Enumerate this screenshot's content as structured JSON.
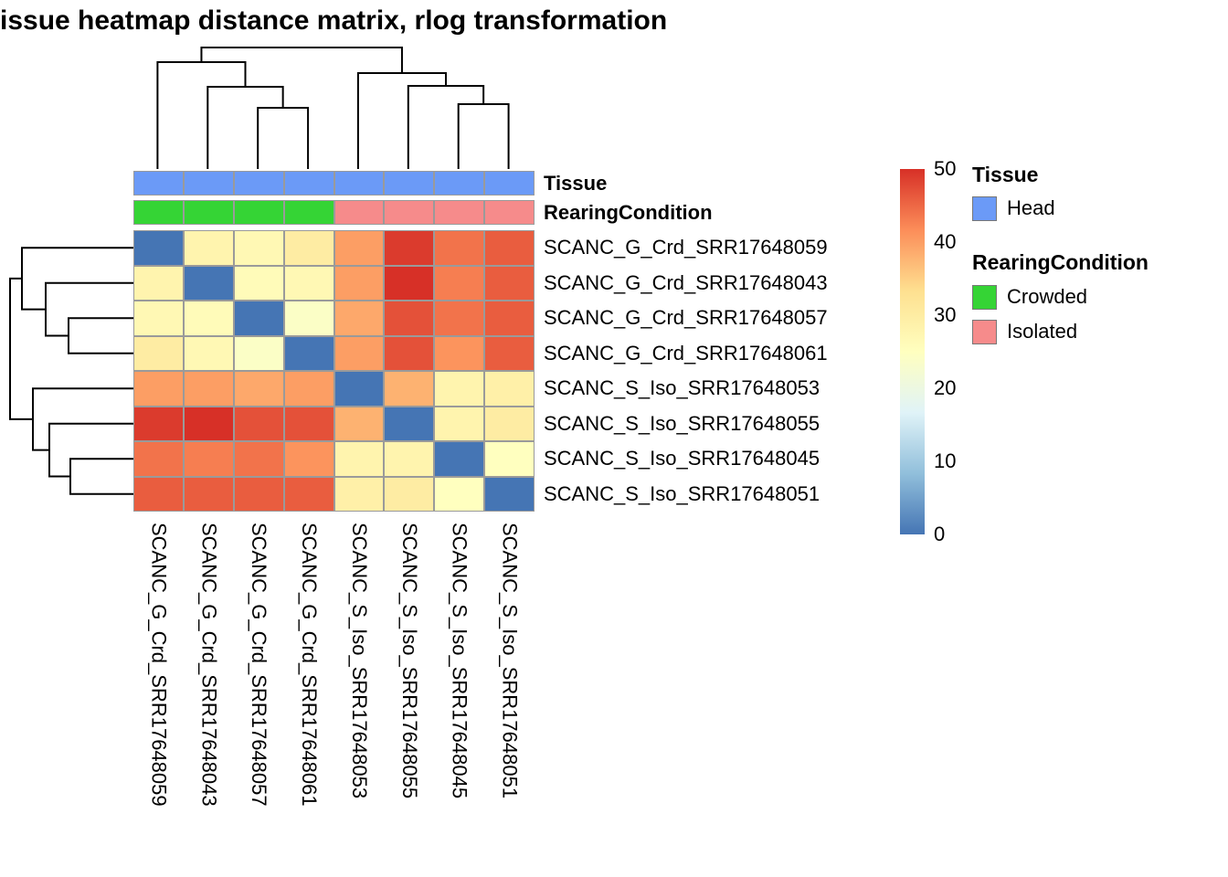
{
  "title": "issue heatmap distance matrix, rlog transformation",
  "annotation_rows": {
    "tissue_label": "Tissue",
    "rearing_label": "RearingCondition"
  },
  "colors": {
    "annotation": {
      "Head": "#6B9AF7",
      "Crowded": "#35D435",
      "Isolated": "#F68B8B"
    },
    "cell_border": "#9A9A9A",
    "ramp": [
      {
        "value": 0,
        "color": "#4575B4"
      },
      {
        "value": 8.33,
        "color": "#91BFDB"
      },
      {
        "value": 16.67,
        "color": "#E0F3F8"
      },
      {
        "value": 25,
        "color": "#FFFFBF"
      },
      {
        "value": 33.33,
        "color": "#FEE090"
      },
      {
        "value": 41.67,
        "color": "#FC8D59"
      },
      {
        "value": 50,
        "color": "#D73027"
      }
    ]
  },
  "colorbar": {
    "ticks": [
      "50",
      "40",
      "30",
      "20",
      "10",
      "0"
    ]
  },
  "legend": {
    "tissue_title": "Tissue",
    "tissue_items": [
      {
        "label": "Head",
        "key": "Head"
      }
    ],
    "rearing_title": "RearingCondition",
    "rearing_items": [
      {
        "label": "Crowded",
        "key": "Crowded"
      },
      {
        "label": "Isolated",
        "key": "Isolated"
      }
    ]
  },
  "chart_data": {
    "type": "heatmap",
    "title": "issue heatmap distance matrix, rlog transformation",
    "samples": [
      "SCANC_G_Crd_SRR17648059",
      "SCANC_G_Crd_SRR17648043",
      "SCANC_G_Crd_SRR17648057",
      "SCANC_G_Crd_SRR17648061",
      "SCANC_S_Iso_SRR17648053",
      "SCANC_S_Iso_SRR17648055",
      "SCANC_S_Iso_SRR17648045",
      "SCANC_S_Iso_SRR17648051"
    ],
    "values": [
      [
        0,
        28,
        27,
        30,
        40,
        49,
        44,
        46
      ],
      [
        28,
        0,
        26,
        27,
        40,
        50,
        43,
        46
      ],
      [
        27,
        26,
        0,
        24,
        39,
        47,
        44,
        46
      ],
      [
        30,
        27,
        24,
        0,
        40,
        47,
        41,
        46
      ],
      [
        40,
        40,
        39,
        40,
        0,
        38,
        28,
        29
      ],
      [
        49,
        50,
        47,
        47,
        38,
        0,
        28,
        30
      ],
      [
        44,
        43,
        44,
        41,
        28,
        28,
        0,
        25
      ],
      [
        46,
        46,
        46,
        46,
        29,
        30,
        25,
        0
      ]
    ],
    "value_range": [
      0,
      50
    ],
    "colormap": "RdYlBu reversed (blue=0, red=50)",
    "annotations": {
      "Tissue": [
        "Head",
        "Head",
        "Head",
        "Head",
        "Head",
        "Head",
        "Head",
        "Head"
      ],
      "RearingCondition": [
        "Crowded",
        "Crowded",
        "Crowded",
        "Crowded",
        "Isolated",
        "Isolated",
        "Isolated",
        "Isolated"
      ]
    },
    "col_dendrogram": "((SRR17648059,(SRR17648043,(SRR17648057,SRR17648061))),(SRR17648053,(SRR17648055,(SRR17648045,SRR17648051))))",
    "row_dendrogram": "((SRR17648059,(SRR17648043,(SRR17648057,SRR17648061))),(SRR17648053,(SRR17648055,(SRR17648045,SRR17648051))))"
  }
}
